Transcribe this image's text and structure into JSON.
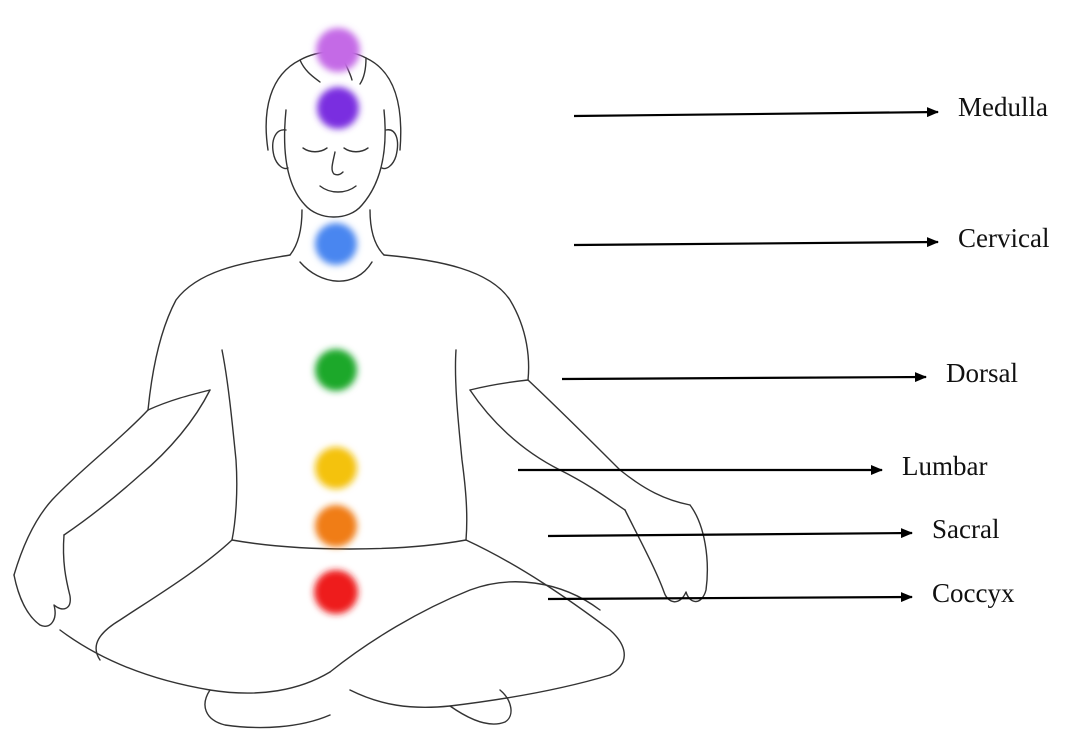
{
  "diagram": {
    "labels": [
      {
        "id": "medulla",
        "text": "Medulla"
      },
      {
        "id": "cervical",
        "text": "Cervical"
      },
      {
        "id": "dorsal",
        "text": "Dorsal"
      },
      {
        "id": "lumbar",
        "text": "Lumbar"
      },
      {
        "id": "sacral",
        "text": "Sacral"
      },
      {
        "id": "coccyx",
        "text": "Coccyx"
      }
    ],
    "chakra_colors": {
      "crown": "#c46be6",
      "brow": "#7a2fe0",
      "throat": "#4a86f0",
      "heart": "#1aa82a",
      "solar": "#f4c20f",
      "sacral": "#f07d12",
      "root": "#ee1c1c"
    },
    "figure": "seated-meditating-man-icon"
  }
}
